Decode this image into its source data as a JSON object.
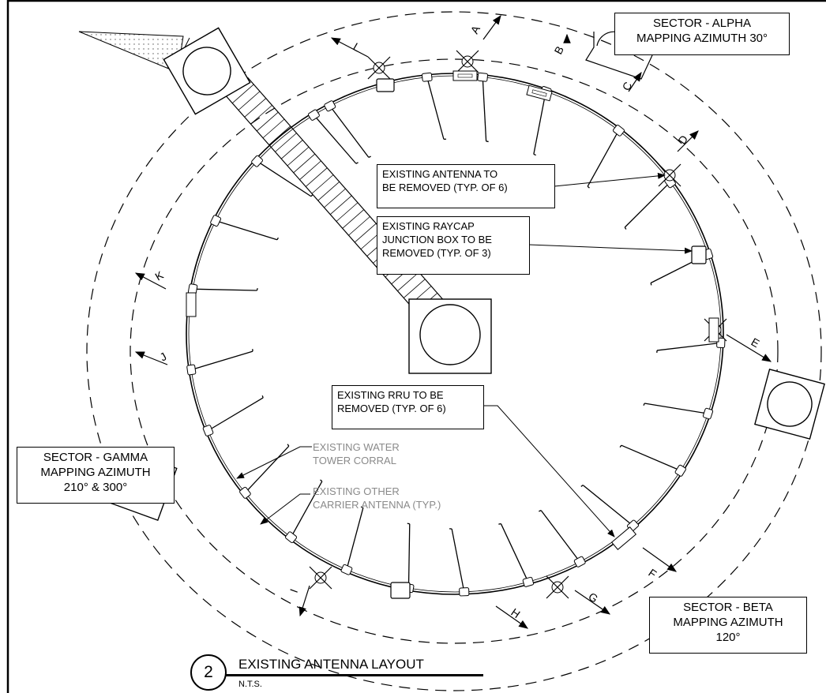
{
  "callouts": {
    "antenna_removed": [
      "EXISTING ANTENNA TO",
      "BE REMOVED (TYP. OF 6)"
    ],
    "raycap": [
      "EXISTING RAYCAP",
      "JUNCTION BOX TO BE",
      "REMOVED (TYP. OF 3)"
    ],
    "rru": [
      "EXISTING RRU TO BE",
      "REMOVED (TYP. OF 6)"
    ]
  },
  "notes": {
    "corral": [
      "EXISTING WATER",
      "TOWER CORRAL"
    ],
    "other_carrier": [
      "EXISTING OTHER",
      "CARRIER ANTENNA (TYP.)"
    ]
  },
  "sectors": {
    "alpha": [
      "SECTOR - ALPHA",
      "MAPPING AZIMUTH 30°"
    ],
    "beta": [
      "SECTOR - BETA",
      "MAPPING AZIMUTH",
      "120°"
    ],
    "gamma": [
      "SECTOR - GAMMA",
      "MAPPING AZIMUTH",
      "210° & 300°"
    ]
  },
  "boundary_labels": [
    "A",
    "B",
    "C",
    "D",
    "E",
    "F",
    "G",
    "H",
    "I",
    "J",
    "K",
    "L"
  ],
  "title_block": {
    "number": "2",
    "title": "EXISTING ANTENNA LAYOUT",
    "scale": "N.T.S."
  },
  "colors": {
    "line": "#000000",
    "note_gray": "#8a8a8a"
  }
}
